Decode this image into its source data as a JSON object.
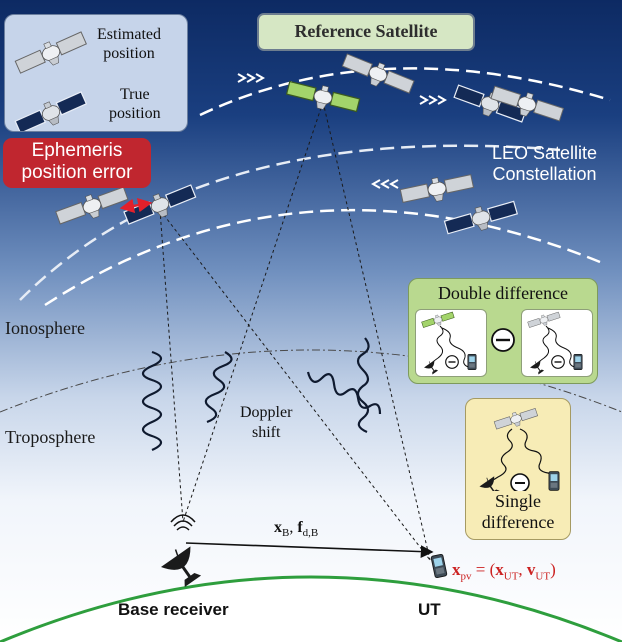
{
  "legend": {
    "estimated": "Estimated\nposition",
    "true": "True\nposition"
  },
  "reference_satellite": "Reference Satellite",
  "ephemeris_error": "Ephemeris\nposition error",
  "constellation": "LEO Satellite\nConstellation",
  "layers": {
    "ionosphere": "Ionosphere",
    "troposphere": "Troposphere"
  },
  "doppler": "Doppler\nshift",
  "double_difference": "Double difference",
  "single_difference": "Single\ndifference",
  "base_link": {
    "label_x": "x",
    "label_x_sub": "B",
    "label_f": "f",
    "label_f_sub": "d,B"
  },
  "ut_state": {
    "lhs": "x",
    "lhs_sub": "pv",
    "eq": " = (",
    "x": "x",
    "x_sub": "UT",
    "v": "v",
    "v_sub": "UT",
    "close": ")"
  },
  "ground": {
    "base": "Base receiver",
    "ut": "UT"
  },
  "colors": {
    "sky_top": "#0d2a63",
    "sky_bottom": "#ffffff",
    "ground_line": "#2e9e3d",
    "error_red": "#d0202b",
    "ut_red": "#cc2222",
    "reference_green": "#a3d46b"
  },
  "icons": [
    "satellite-icon",
    "dish-antenna-icon",
    "phone-icon",
    "minus-circle-icon",
    "wave-icon",
    "arrow-icon"
  ]
}
